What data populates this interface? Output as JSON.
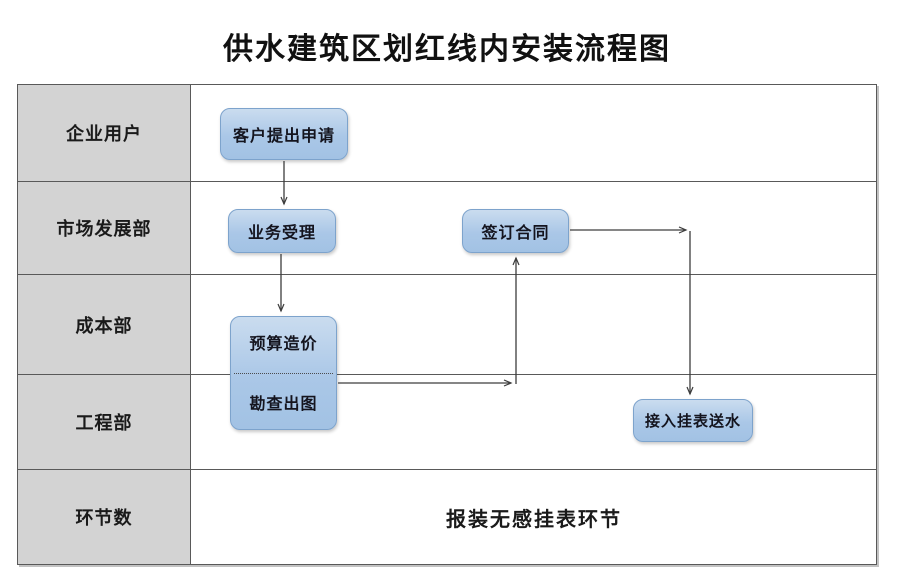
{
  "title": "供水建筑区划红线内安装流程图",
  "colors": {
    "lane_label_bg": "#d3d3d3",
    "grid_border": "#595959",
    "node_fill_top": "#cadcef",
    "node_fill_bottom": "#a2c2e4",
    "node_border": "#7da3cc",
    "arrow": "#3d3d3d",
    "text": "#14141e"
  },
  "table": {
    "rows": [
      {
        "label": "企业用户"
      },
      {
        "label": "市场发展部"
      },
      {
        "label": "成本部"
      },
      {
        "label": "工程部"
      },
      {
        "label": "环节数"
      }
    ],
    "footer_text": "报装无感挂表环节"
  },
  "flow": {
    "nodes": [
      {
        "id": "apply",
        "label": "客户提出申请"
      },
      {
        "id": "accept",
        "label": "业务受理"
      },
      {
        "id": "contract",
        "label": "签订合同"
      },
      {
        "id": "budget",
        "label": "预算造价"
      },
      {
        "id": "survey",
        "label": "勘查出图"
      },
      {
        "id": "connect",
        "label": "接入挂表送水"
      }
    ]
  }
}
